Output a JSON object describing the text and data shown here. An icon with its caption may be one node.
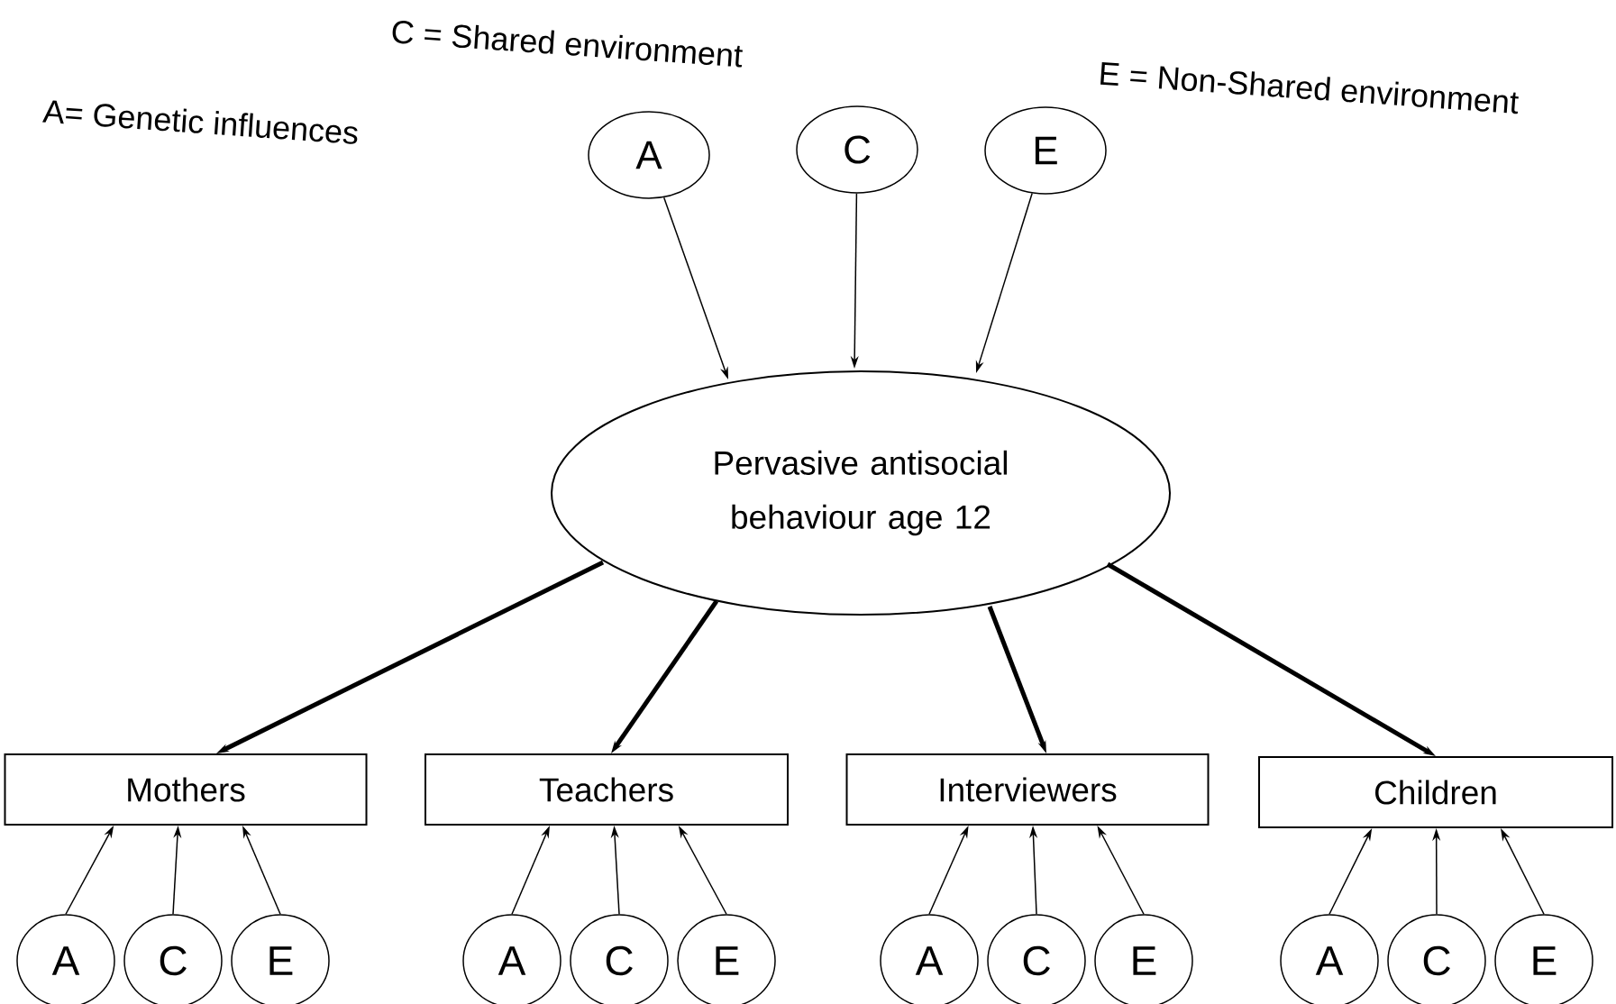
{
  "diagram": {
    "nodes": [
      {
        "text": [
          "A"
        ]
      },
      {
        "text": [
          "C"
        ]
      },
      {
        "text": [
          "E"
        ]
      },
      {
        "text": [
          "Pervasive antisocial behaviour age 12"
        ]
      },
      {
        "text": [
          "Mothers"
        ]
      },
      {
        "text": [
          "Teachers"
        ]
      },
      {
        "text": [
          "Interviewers"
        ]
      },
      {
        "text": [
          "Children"
        ]
      },
      {
        "text": [
          "A"
        ]
      },
      {
        "text": [
          "C"
        ]
      },
      {
        "text": [
          "E"
        ]
      },
      {
        "text": [
          "A"
        ]
      },
      {
        "text": [
          "C"
        ]
      },
      {
        "text": [
          "E"
        ]
      },
      {
        "text": [
          "A"
        ]
      },
      {
        "text": [
          "C"
        ]
      },
      {
        "text": [
          "E"
        ]
      },
      {
        "text": [
          "A"
        ]
      },
      {
        "text": [
          "C"
        ]
      },
      {
        "text": [
          "E"
        ]
      }
    ],
    "edges": [
      {
        "from": 0,
        "to": 3,
        "arrow": "to"
      },
      {
        "from": 1,
        "to": 3,
        "arrow": "to"
      },
      {
        "from": 2,
        "to": 3,
        "arrow": "to"
      },
      {
        "from": 3,
        "to": 4,
        "arrow": "to",
        "style": "thick"
      },
      {
        "from": 3,
        "to": 5,
        "arrow": "to",
        "style": "thick"
      },
      {
        "from": 3,
        "to": 6,
        "arrow": "to",
        "style": "thick"
      },
      {
        "from": 3,
        "to": 7,
        "arrow": "to",
        "style": "thick"
      },
      {
        "from": 8,
        "to": 4,
        "arrow": "to"
      },
      {
        "from": 9,
        "to": 4,
        "arrow": "to"
      },
      {
        "from": 10,
        "to": 4,
        "arrow": "to"
      },
      {
        "from": 11,
        "to": 5,
        "arrow": "to"
      },
      {
        "from": 12,
        "to": 5,
        "arrow": "to"
      },
      {
        "from": 13,
        "to": 5,
        "arrow": "to"
      },
      {
        "from": 14,
        "to": 6,
        "arrow": "to"
      },
      {
        "from": 15,
        "to": 6,
        "arrow": "to"
      },
      {
        "from": 16,
        "to": 6,
        "arrow": "to"
      },
      {
        "from": 17,
        "to": 7,
        "arrow": "to"
      },
      {
        "from": 18,
        "to": 7,
        "arrow": "to"
      },
      {
        "from": 19,
        "to": 7,
        "arrow": "to"
      }
    ],
    "labels": [
      "C = Shared environment",
      "A= Genetic influences",
      "E = Non-Shared environment"
    ]
  }
}
